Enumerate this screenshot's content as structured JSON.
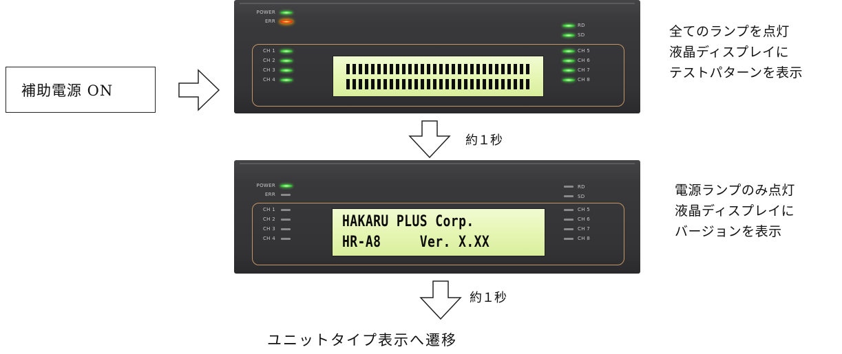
{
  "start_box": {
    "label": "補助電源 ON"
  },
  "panel_labels": {
    "left_top": [
      "POWER",
      "ERR"
    ],
    "left_ch": [
      "CH 1",
      "CH 2",
      "CH 3",
      "CH 4"
    ],
    "right_top": [
      "RD",
      "SD"
    ],
    "right_ch": [
      "CH 5",
      "CH 6",
      "CH 7",
      "CH 8"
    ]
  },
  "stage1": {
    "lamps": {
      "power": "green",
      "err": "red",
      "others": "green"
    },
    "lcd": "test-pattern",
    "description": [
      "全てのランプを点灯",
      "液晶ディスプレイに",
      "テストパターンを表示"
    ]
  },
  "transition1": {
    "label": "約１秒"
  },
  "stage2": {
    "lamps": {
      "power": "green",
      "others": "off"
    },
    "lcd_lines": [
      "HAKARU PLUS Corp.",
      "HR-A8     Ver. X.XX"
    ],
    "description": [
      "電源ランプのみ点灯",
      "液晶ディスプレイに",
      "バージョンを表示"
    ]
  },
  "transition2": {
    "label": "約１秒"
  },
  "final": {
    "label": "ユニットタイプ表示へ遷移"
  },
  "colors": {
    "lamp_green": "#4ed24a",
    "lamp_red": "#ff4a12",
    "lcd_bg": "#e6f6b4",
    "frame": "#c39866"
  }
}
